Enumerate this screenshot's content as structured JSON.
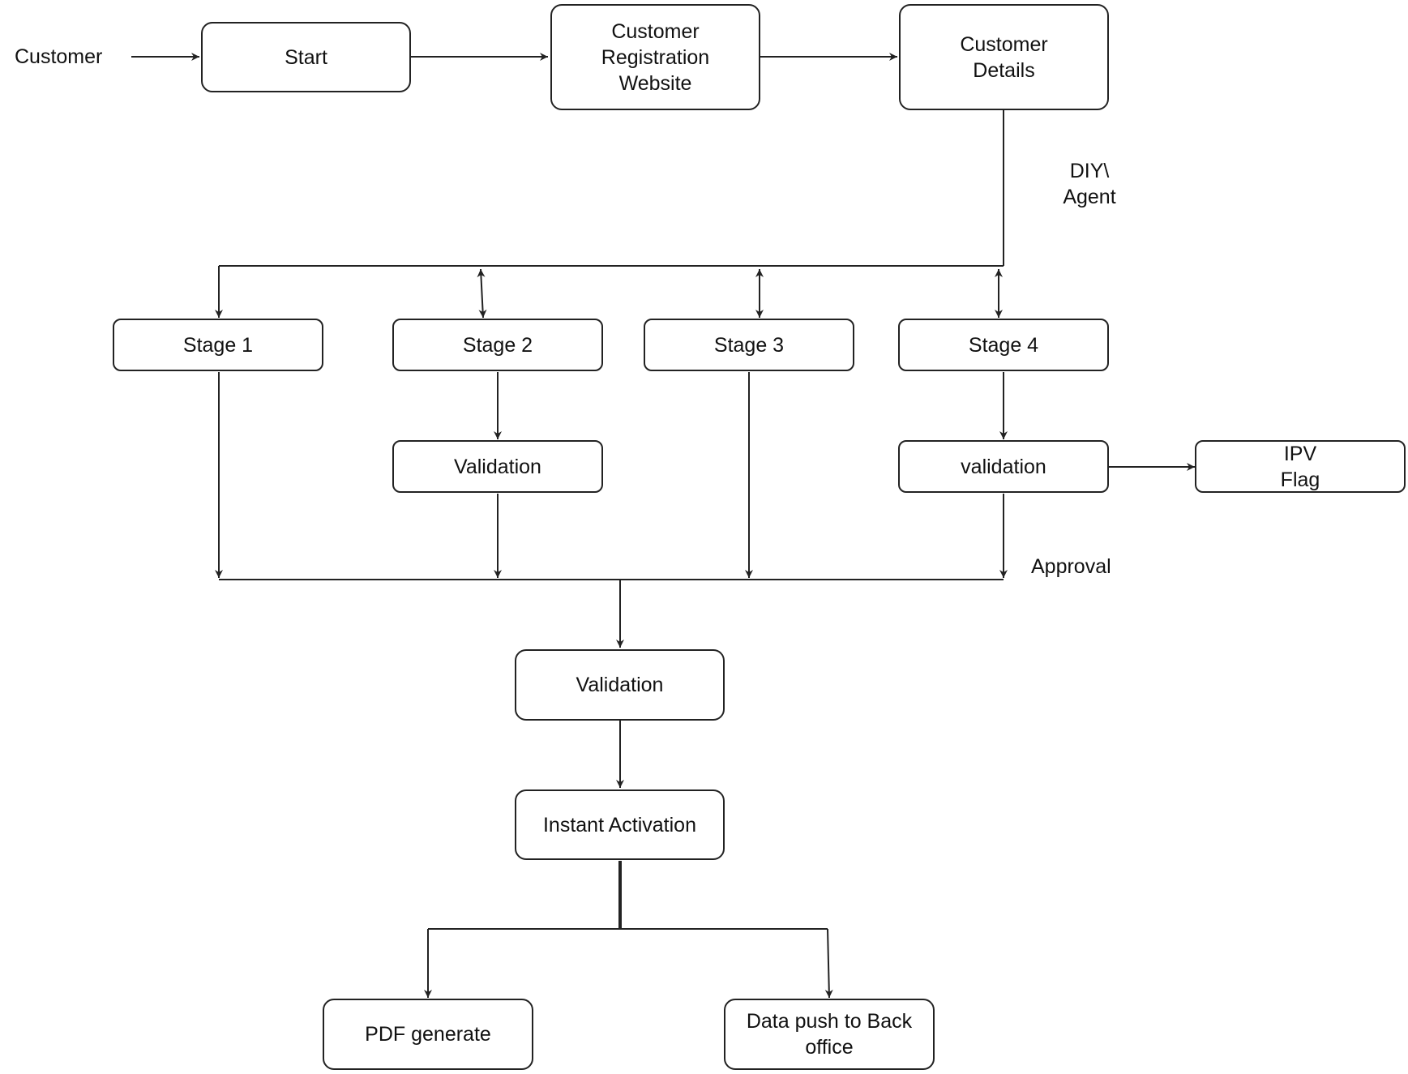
{
  "diagram": {
    "actor": "Customer",
    "nodes": {
      "start": "Start",
      "registration": "Customer\nRegistration\nWebsite",
      "details": "Customer\nDetails",
      "stage1": "Stage 1",
      "stage2": "Stage 2",
      "stage3": "Stage 3",
      "stage4": "Stage 4",
      "validation_stage2": "Validation",
      "validation_stage4": "validation",
      "ipv_flag": "IPV\nFlag",
      "validation_main": "Validation",
      "instant_activation": "Instant Activation",
      "pdf_generate": "PDF generate",
      "data_push": "Data push to Back\noffice"
    },
    "edge_labels": {
      "diy_agent": "DIY\\\nAgent",
      "approval": "Approval"
    },
    "colors": {
      "stroke": "#222222",
      "background": "#ffffff"
    }
  }
}
